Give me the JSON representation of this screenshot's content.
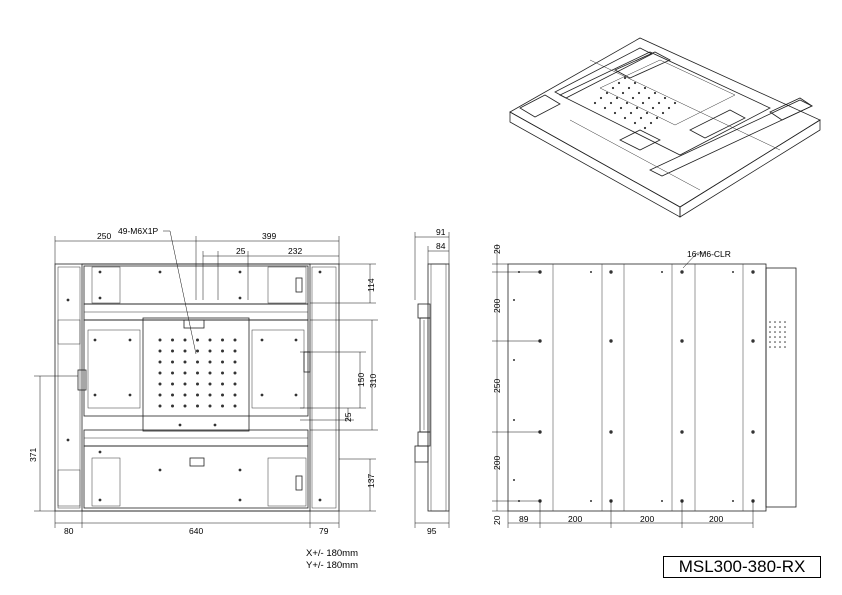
{
  "model": "MSL300-380-RX",
  "travel_x": "X+/- 180mm",
  "travel_y": "Y+/- 180mm",
  "top_view": {
    "hole_callout": "49-M6X1P",
    "dims": {
      "d250": "250",
      "d399": "399",
      "d25_top": "25",
      "d232": "232",
      "d114": "114",
      "d150": "150",
      "d310": "310",
      "d25_side": "25",
      "d137": "137",
      "d371": "371",
      "d80": "80",
      "d640": "640",
      "d79": "79"
    }
  },
  "side_view": {
    "dims": {
      "d91": "91",
      "d84": "84",
      "d95": "95"
    }
  },
  "base_view": {
    "hole_callout": "16-M6-CLR",
    "dims": {
      "d20_top": "20",
      "d200_a": "200",
      "d250": "250",
      "d200_b": "200",
      "d20_bot": "20",
      "d89": "89",
      "d200_1": "200",
      "d200_2": "200",
      "d200_3": "200"
    }
  },
  "iso_view": {}
}
